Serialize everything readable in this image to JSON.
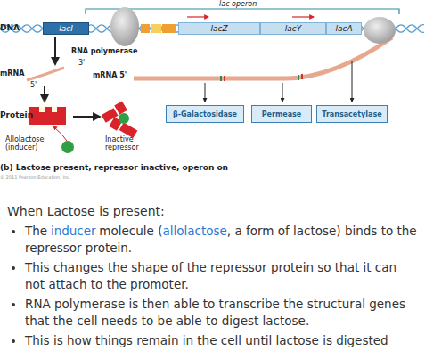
{
  "diagram": {
    "caption": "(b) Lactose present, repressor inactive, operon on",
    "nodes": [
      {
        "text": [
          "lacI"
        ]
      },
      {
        "text": [
          "lacZ"
        ]
      },
      {
        "text": [
          "lacY"
        ]
      },
      {
        "text": [
          "lacA"
        ]
      },
      {
        "text": [
          "β-Galactosidase"
        ]
      },
      {
        "text": [
          "Permease"
        ]
      },
      {
        "text": [
          "Transacetylase"
        ]
      }
    ],
    "labels": [
      "lac operon",
      "DNA",
      "RNA polymerase",
      "3'",
      "mRNA",
      "5'",
      "mRNA 5'",
      "Protein",
      "Allolactose (inducer)",
      "Inactive repressor",
      "© 2011 Pearson Education, Inc.",
      "When Lactose is present:",
      "The",
      "inducer",
      "molecule (",
      "allolactose",
      ", a form of lactose) binds to the repressor protein.",
      "This changes the shape of the repressor protein so that it can not attach to the promoter.",
      "RNA polymerase is then able to transcribe the structural genes that the cell needs to be able to digest lactose.",
      "This is how things remain in the cell until lactose is digested"
    ]
  }
}
